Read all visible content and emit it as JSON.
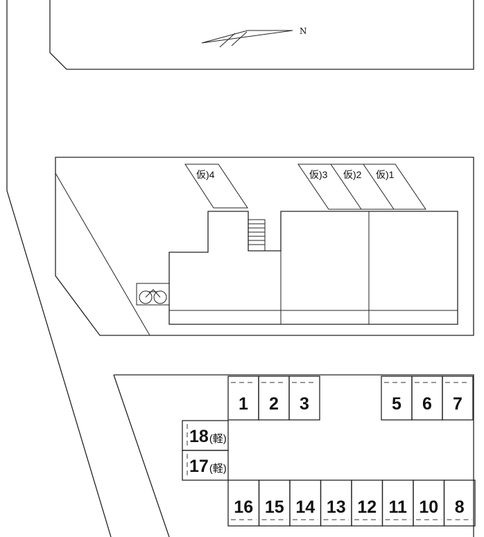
{
  "compass": {
    "north_label": "N"
  },
  "buildings": {
    "temp_labels": [
      {
        "id": "temp-4",
        "text": "仮)4"
      },
      {
        "id": "temp-3",
        "text": "仮)3"
      },
      {
        "id": "temp-2",
        "text": "仮)2"
      },
      {
        "id": "temp-1",
        "text": "仮)1"
      }
    ],
    "bicycle_icon": "bicycle-icon"
  },
  "parking": {
    "top_left": [
      "1",
      "2",
      "3"
    ],
    "top_right": [
      "5",
      "6",
      "7"
    ],
    "bottom": [
      "16",
      "15",
      "14",
      "13",
      "12",
      "11",
      "10",
      "8"
    ],
    "light": [
      {
        "num": "18",
        "kind": "(軽)"
      },
      {
        "num": "17",
        "kind": "(軽)"
      }
    ]
  },
  "colors": {
    "line": "#222222",
    "background": "#ffffff"
  }
}
